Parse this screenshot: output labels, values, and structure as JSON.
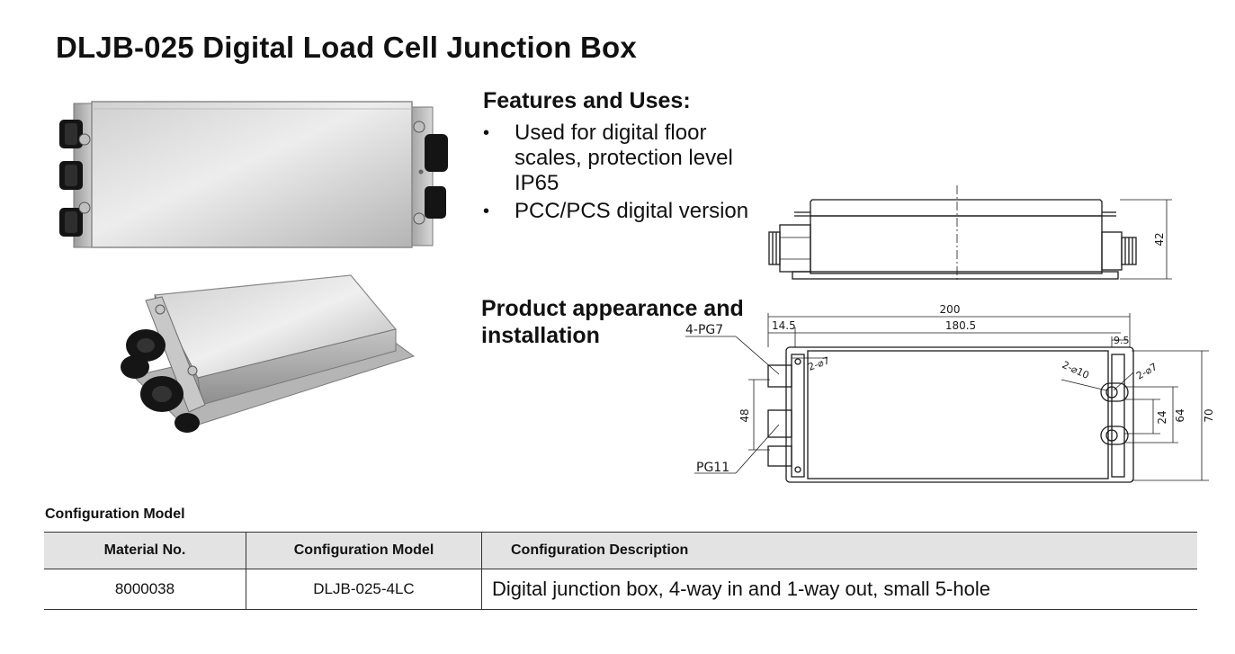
{
  "title": "DLJB-025 Digital Load Cell Junction Box",
  "features": {
    "heading": "Features and Uses:",
    "items": [
      {
        "bullet": "•",
        "text": "Used for digital floor scales, protection level IP65"
      },
      {
        "bullet": "•",
        "text": "PCC/PCS  digital version"
      }
    ]
  },
  "appearance_heading": "Product appearance and installation",
  "drawing": {
    "side_height": "42",
    "overall_length": "200",
    "inner_length": "180.5",
    "left_offset": "14.5",
    "right_offset": "9.5",
    "height_48": "48",
    "height_24": "24",
    "height_64": "64",
    "height_70": "70",
    "callout_pg7": "4-PG7",
    "callout_pg11": "PG11",
    "hole_left": "2-⌀7",
    "hole_right_10": "2-⌀10",
    "hole_right_7": "2-⌀7"
  },
  "config": {
    "label": "Configuration Model",
    "headers": [
      "Material No.",
      "Configuration Model",
      "Configuration Description"
    ],
    "rows": [
      [
        "8000038",
        "DLJB-025-4LC",
        "Digital junction box, 4-way in and 1-way out, small 5-hole"
      ]
    ]
  },
  "colors": {
    "steel_light": "#e4e4e4",
    "steel_dark": "#a8a8a8",
    "gland": "#1a1a1a",
    "table_header_bg": "#e3e3e3"
  }
}
